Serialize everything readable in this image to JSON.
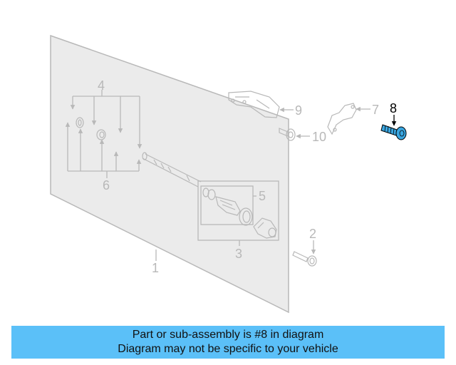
{
  "diagram": {
    "callouts": {
      "1": "1",
      "2": "2",
      "3": "3",
      "4": "4",
      "5": "5",
      "6": "6",
      "7": "7",
      "8": "8",
      "9": "9",
      "10": "10"
    },
    "highlight_part": "8",
    "highlight_color": "#3aa6e0",
    "line_color": "#b8b8b8",
    "panel_color": "#ebebeb"
  },
  "caption": {
    "line1": "Part or sub-assembly is #8 in diagram",
    "line2": "Diagram may not be specific to your vehicle",
    "background": "#5bc0f8"
  }
}
